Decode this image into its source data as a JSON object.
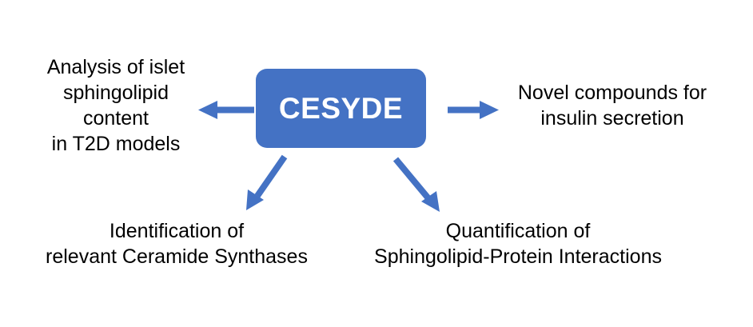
{
  "diagram": {
    "title": "CESYDE research focus diagram",
    "background_color": "#ffffff",
    "accent_color": "#4472c4",
    "text_color": "#000000",
    "center": {
      "label": "CESYDE",
      "shape": "rounded-rectangle",
      "fill": "#4472c4",
      "text_color": "#ffffff"
    },
    "branches": [
      {
        "id": "left",
        "label": "Analysis of islet\nsphingolipid\ncontent\nin T2D models",
        "arrow_direction": "left",
        "arrow_color": "#4472c4"
      },
      {
        "id": "right",
        "label": "Novel compounds for\ninsulin secretion",
        "arrow_direction": "right",
        "arrow_color": "#4472c4"
      },
      {
        "id": "bottom-left",
        "label": "Identification of\nrelevant Ceramide Synthases",
        "arrow_direction": "down-left",
        "arrow_color": "#4472c4"
      },
      {
        "id": "bottom-right",
        "label": "Quantification of\nSphingolipid-Protein Interactions",
        "arrow_direction": "down-right",
        "arrow_color": "#4472c4"
      }
    ]
  }
}
